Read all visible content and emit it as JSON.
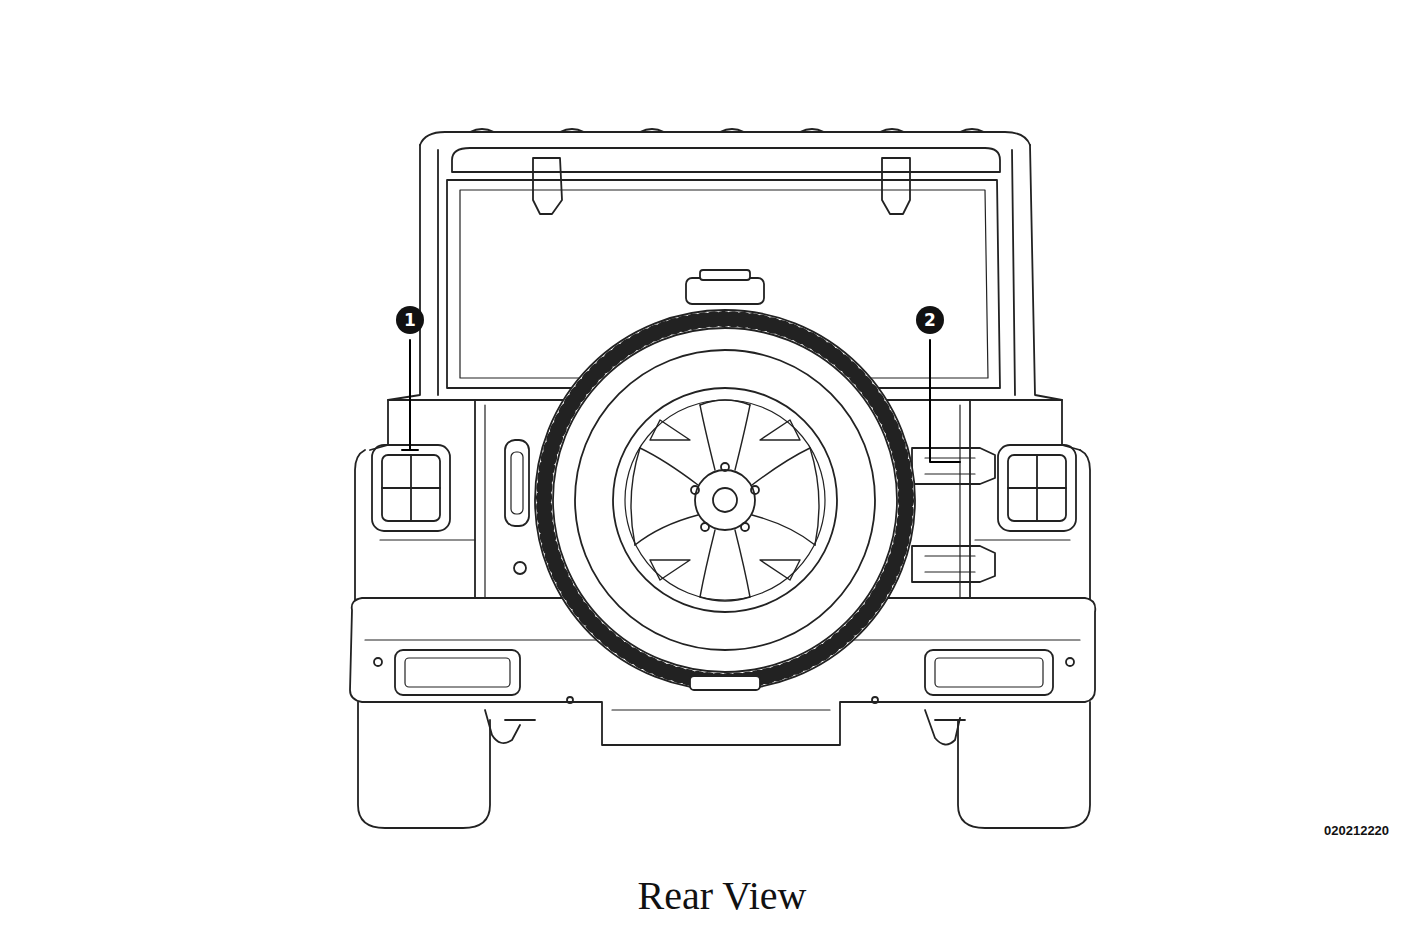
{
  "diagram": {
    "caption": "Rear View",
    "labels": [
      "1",
      "2",
      "020212220"
    ]
  }
}
